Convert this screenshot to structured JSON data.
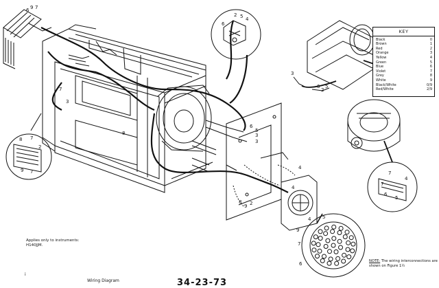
{
  "key": {
    "title": "KEY",
    "rows": [
      {
        "color": "Black",
        "code": "0"
      },
      {
        "color": "Brown",
        "code": "1"
      },
      {
        "color": "Red",
        "code": "2"
      },
      {
        "color": "Orange",
        "code": "3"
      },
      {
        "color": "Yellow",
        "code": "4"
      },
      {
        "color": "Green",
        "code": "5"
      },
      {
        "color": "Blue",
        "code": "6"
      },
      {
        "color": "Violet",
        "code": "7"
      },
      {
        "color": "Grey",
        "code": "8"
      },
      {
        "color": "White",
        "code": "9"
      },
      {
        "color": "Black/White",
        "code": "0/9"
      },
      {
        "color": "Red/White",
        "code": "2/9"
      }
    ]
  },
  "notes": {
    "applies_line1": "Applies only to instruments:",
    "applies_line2": "H140JJM.",
    "wiring_label": "NOTE:",
    "wiring_text": " The wiring interconnections are shown on Figure 1½"
  },
  "footer": {
    "caption": "Wiring Diagram",
    "code": "34-23-73",
    "margin_mark": "i"
  },
  "callouts": {
    "top_left_harness": [
      "6",
      "9",
      "7"
    ],
    "circle_left": [
      "8",
      "7",
      "9",
      "7",
      "2"
    ],
    "circle_top": [
      "6",
      "2",
      "5",
      "4"
    ],
    "top_right_bracket": [
      "3",
      "6",
      "2",
      "5"
    ],
    "circle_right": [
      "4",
      "7",
      "5",
      "6",
      "7"
    ],
    "circle_bottom": [
      "4",
      "5",
      "9",
      "7",
      "6"
    ],
    "center_connector": [
      "4",
      "5",
      "3",
      "8",
      "9",
      "2",
      "4"
    ],
    "center_small": [
      "6",
      "3"
    ],
    "panel_left": [
      "8",
      "7",
      "3"
    ]
  },
  "colors": {
    "ink": "#111111",
    "paper": "#ffffff"
  }
}
